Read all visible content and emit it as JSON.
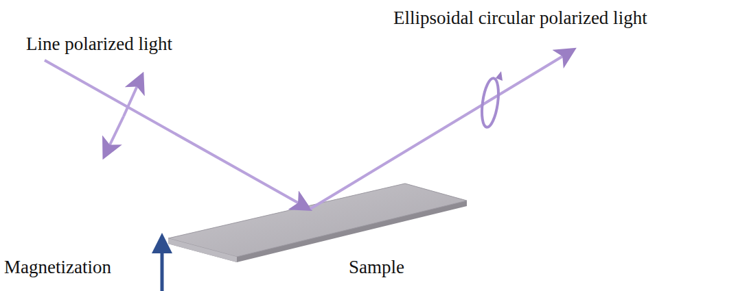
{
  "diagram": {
    "labels": [
      "Line polarized light",
      "Ellipsoidal circular polarized light",
      "Magnetization",
      "Sample"
    ]
  }
}
